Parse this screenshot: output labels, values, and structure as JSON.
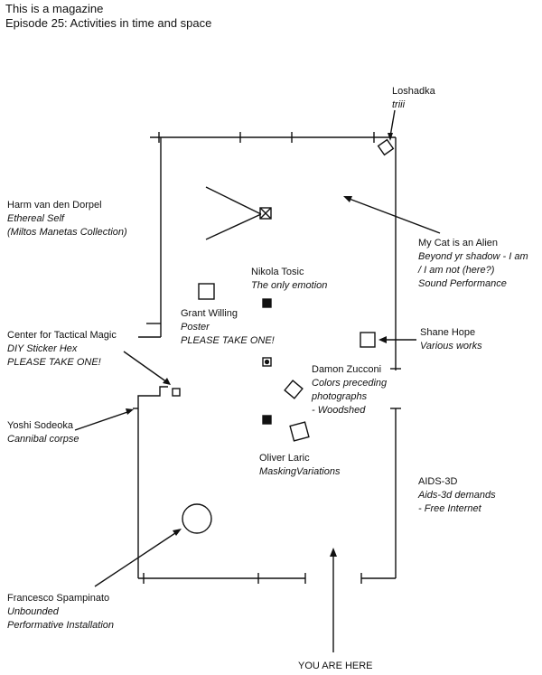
{
  "header": {
    "title": "This is a magazine",
    "episode": "Episode 25: Activities in time and space"
  },
  "artists": {
    "loshadka": {
      "name": "Loshadka",
      "work": "triii"
    },
    "harm": {
      "name": "Harm van den Dorpel",
      "work": "Ethereal Self",
      "note": "(Miltos Manetas Collection)"
    },
    "mycat": {
      "name": "My Cat is an Alien",
      "line1": "Beyond yr shadow - I am",
      "line2": "/ I am not (here?)",
      "line3": "Sound Performance"
    },
    "nikola": {
      "name": "Nikola Tosic",
      "work": "The only emotion"
    },
    "grant": {
      "name": "Grant Willing",
      "work": "Poster",
      "note": "PLEASE TAKE ONE!"
    },
    "center": {
      "name": "Center for Tactical Magic",
      "work": "DIY Sticker Hex",
      "note": "PLEASE TAKE ONE!"
    },
    "shane": {
      "name": "Shane Hope",
      "work": "Various works"
    },
    "damon": {
      "name": "Damon Zucconi",
      "line1": "Colors preceding",
      "line2": "photographs",
      "line3": "- Woodshed"
    },
    "yoshi": {
      "name": "Yoshi Sodeoka",
      "work": "Cannibal corpse"
    },
    "oliver": {
      "name": "Oliver Laric",
      "work": "MaskingVariations"
    },
    "aids": {
      "name": "AIDS-3D",
      "line1": "Aids-3d demands",
      "line2": "- Free Internet"
    },
    "francesco": {
      "name": "Francesco Spampinato",
      "line1": "Unbounded",
      "line2": "Performative Installation"
    }
  },
  "you_are_here": "YOU ARE HERE"
}
